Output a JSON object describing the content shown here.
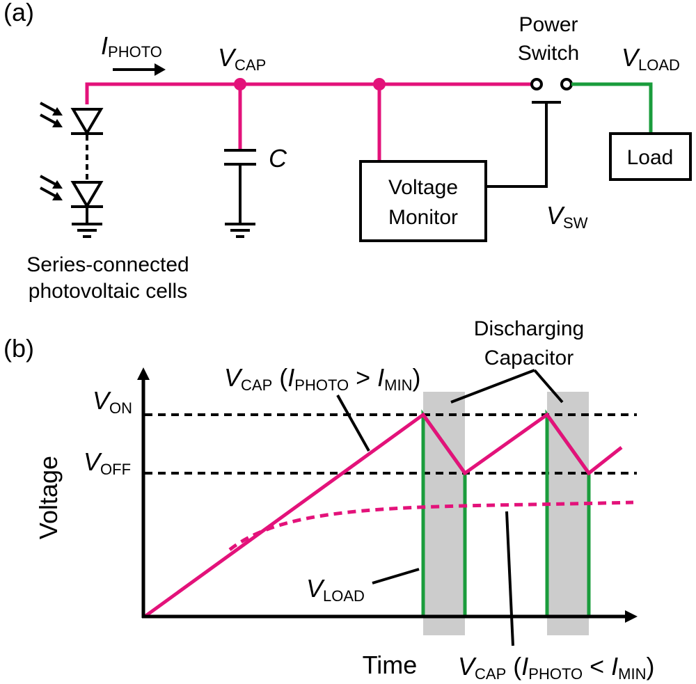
{
  "panel_a": {
    "label": "(a)",
    "i_photo": {
      "main": "I",
      "sub": "PHOTO"
    },
    "v_cap": {
      "main": "V",
      "sub": "CAP"
    },
    "capacitor": "C",
    "power_switch": [
      "Power",
      "Switch"
    ],
    "v_load": {
      "main": "V",
      "sub": "LOAD"
    },
    "load": "Load",
    "voltage_monitor": [
      "Voltage",
      "Monitor"
    ],
    "v_sw": {
      "main": "V",
      "sub": "SW"
    },
    "cells_caption": [
      "Series-connected",
      "photovoltaic cells"
    ]
  },
  "panel_b": {
    "label": "(b)",
    "ylabel": "Voltage",
    "xlabel": "Time",
    "v_on": {
      "main": "V",
      "sub": "ON"
    },
    "v_off": {
      "main": "V",
      "sub": "OFF"
    },
    "discharging": [
      "Discharging",
      "Capacitor"
    ],
    "vcap_high": {
      "main": "V",
      "sub": "CAP",
      "open": " (",
      "i": "I",
      "isub": "PHOTO",
      "op": " > ",
      "i2": "I",
      "i2sub": "MIN",
      "close": ")"
    },
    "vcap_low": {
      "main": "V",
      "sub": "CAP",
      "open": " (",
      "i": "I",
      "isub": "PHOTO",
      "op": " < ",
      "i2": "I",
      "i2sub": "MIN",
      "close": ")"
    },
    "vload": {
      "main": "V",
      "sub": "LOAD"
    }
  },
  "colors": {
    "vcap": "#e3127a",
    "vload": "#1a9c3c",
    "shade": "#cccccc",
    "line": "#000000"
  }
}
